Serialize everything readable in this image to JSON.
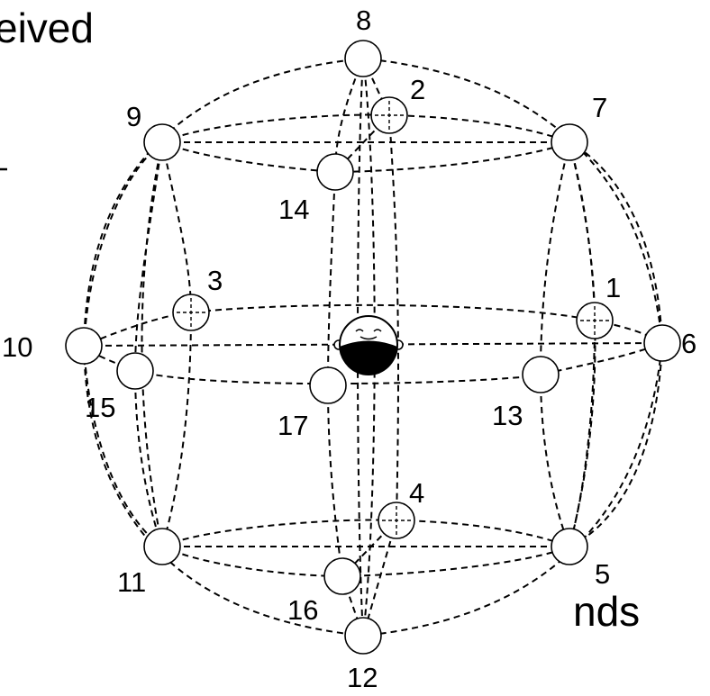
{
  "fragments": [
    "eived",
    "nds"
  ],
  "listener": {
    "icon": "listener-head-icon"
  },
  "nodes": [
    {
      "id": "1",
      "label": "1"
    },
    {
      "id": "2",
      "label": "2"
    },
    {
      "id": "3",
      "label": "3"
    },
    {
      "id": "4",
      "label": "4"
    },
    {
      "id": "5",
      "label": "5"
    },
    {
      "id": "6",
      "label": "6"
    },
    {
      "id": "7",
      "label": "7"
    },
    {
      "id": "8",
      "label": "8"
    },
    {
      "id": "9",
      "label": "9"
    },
    {
      "id": "10",
      "label": "10"
    },
    {
      "id": "11",
      "label": "11"
    },
    {
      "id": "12",
      "label": "12"
    },
    {
      "id": "13",
      "label": "13"
    },
    {
      "id": "14",
      "label": "14"
    },
    {
      "id": "15",
      "label": "15"
    },
    {
      "id": "16",
      "label": "16"
    },
    {
      "id": "17",
      "label": "17"
    }
  ]
}
